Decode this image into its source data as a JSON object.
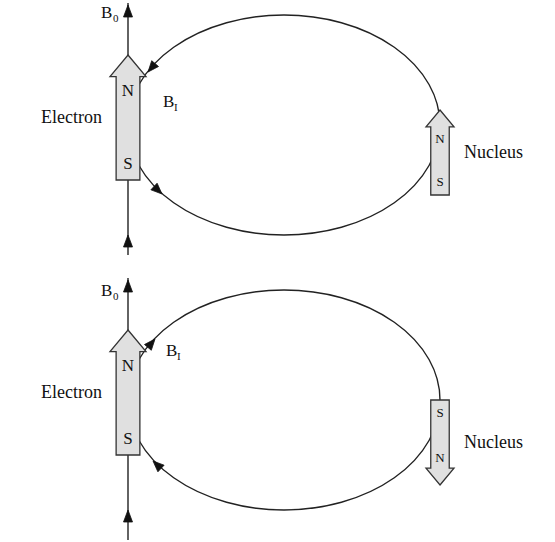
{
  "diagram": {
    "nodes": [
      {
        "text": [
          "Electron",
          "N",
          "S"
        ]
      },
      {
        "text": [
          "Nucleus",
          "N",
          "S"
        ]
      },
      {
        "text": [
          "Electron",
          "N",
          "S"
        ]
      },
      {
        "text": [
          "Nucleus",
          "S",
          "N"
        ]
      }
    ],
    "labels": [
      "B",
      "0",
      "B",
      "I",
      "B",
      "0",
      "B",
      "I"
    ]
  }
}
